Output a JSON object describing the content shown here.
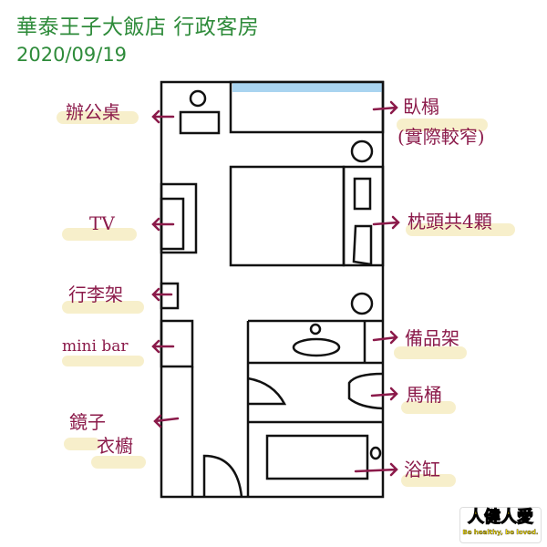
{
  "header": {
    "title": "華泰王子大飯店 行政客房",
    "date": "2020/09/19"
  },
  "colors": {
    "title": "#2e8b3a",
    "annotation": "#8b1a4a",
    "highlight": "#f6ecc2",
    "window": "#a9d4f0",
    "lines": "#111111"
  },
  "labels": {
    "desk": "辦公桌",
    "tv": "TV",
    "luggage_rack": "行李架",
    "minibar": "mini bar",
    "mirror": "鏡子",
    "wardrobe": "衣櫥",
    "daybed": "臥榻",
    "daybed_note": "(實際較窄)",
    "pillows": "枕頭共4顆",
    "amenities_rack": "備品架",
    "toilet": "馬桶",
    "bathtub": "浴缸"
  },
  "logo": {
    "main": "人健人愛",
    "tagline": "Be healthy, be loved."
  }
}
